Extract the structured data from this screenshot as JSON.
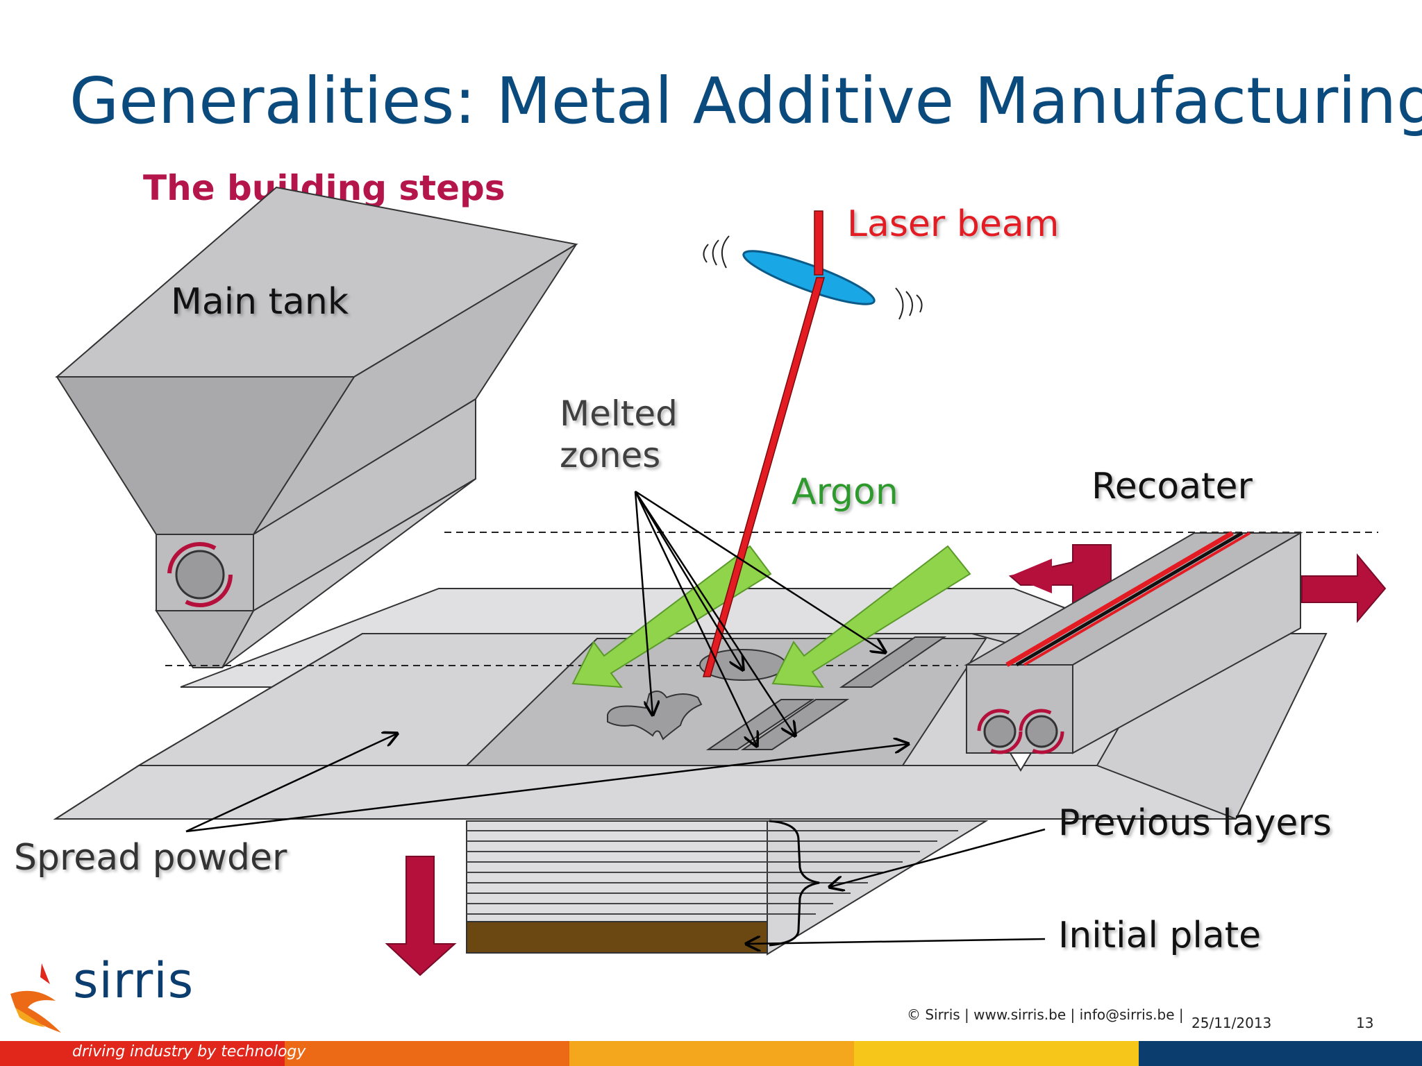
{
  "title": "Generalities: Metal Additive Manufacturing",
  "subtitle": "The building steps",
  "labels": {
    "main_tank": "Main tank",
    "laser_beam": "Laser beam",
    "melted_zones_line1": "Melted",
    "melted_zones_line2": "zones",
    "argon": "Argon",
    "recoater": "Recoater",
    "spread_powder": "Spread powder",
    "previous_layers": "Previous layers",
    "initial_plate": "Initial plate"
  },
  "footer": {
    "copyright": "© Sirris | www.sirris.be | info@sirris.be |",
    "date": "25/11/2013",
    "page_number": "13",
    "logo_word": "sirris",
    "tagline": "driving industry by technology"
  },
  "colors": {
    "title": "#0b4a7c",
    "subtitle": "#b4154a",
    "laser": "#e31b23",
    "argon_text": "#2e9a2e",
    "argon_arrow": "#8fd44a",
    "recoater_arrow": "#b5103c",
    "lens": "#1aa7e6",
    "initial_plate": "#6b4712",
    "footer_bar": [
      "#e1261c",
      "#ec6a16",
      "#f4a61c",
      "#f7c61a",
      "#0b3d6e"
    ]
  }
}
